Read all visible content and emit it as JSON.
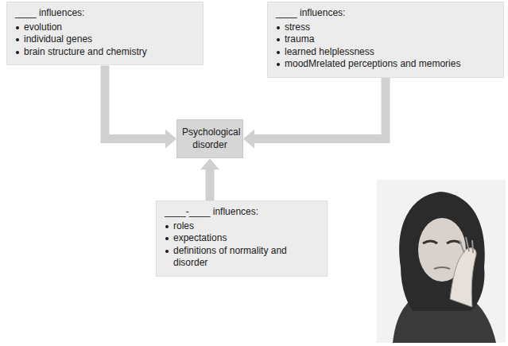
{
  "diagram": {
    "nodes": [
      {
        "text": [
          "____ influences:",
          "evolution",
          "individual genes",
          "brain structure and chemistry"
        ]
      },
      {
        "text": [
          "____ influences:",
          "stress",
          "trauma",
          "learned helplessness",
          "moodMrelated perceptions and memories"
        ]
      },
      {
        "text": [
          "Psychological disorder"
        ]
      },
      {
        "text": [
          "____-____ influences:",
          "roles",
          "expectations",
          "definitions of normality and disorder"
        ]
      }
    ],
    "edges": [
      {
        "from": 0,
        "to": 2,
        "arrow": "to"
      },
      {
        "from": 1,
        "to": 2,
        "arrow": "to"
      },
      {
        "from": 3,
        "to": 2,
        "arrow": "to"
      }
    ]
  }
}
